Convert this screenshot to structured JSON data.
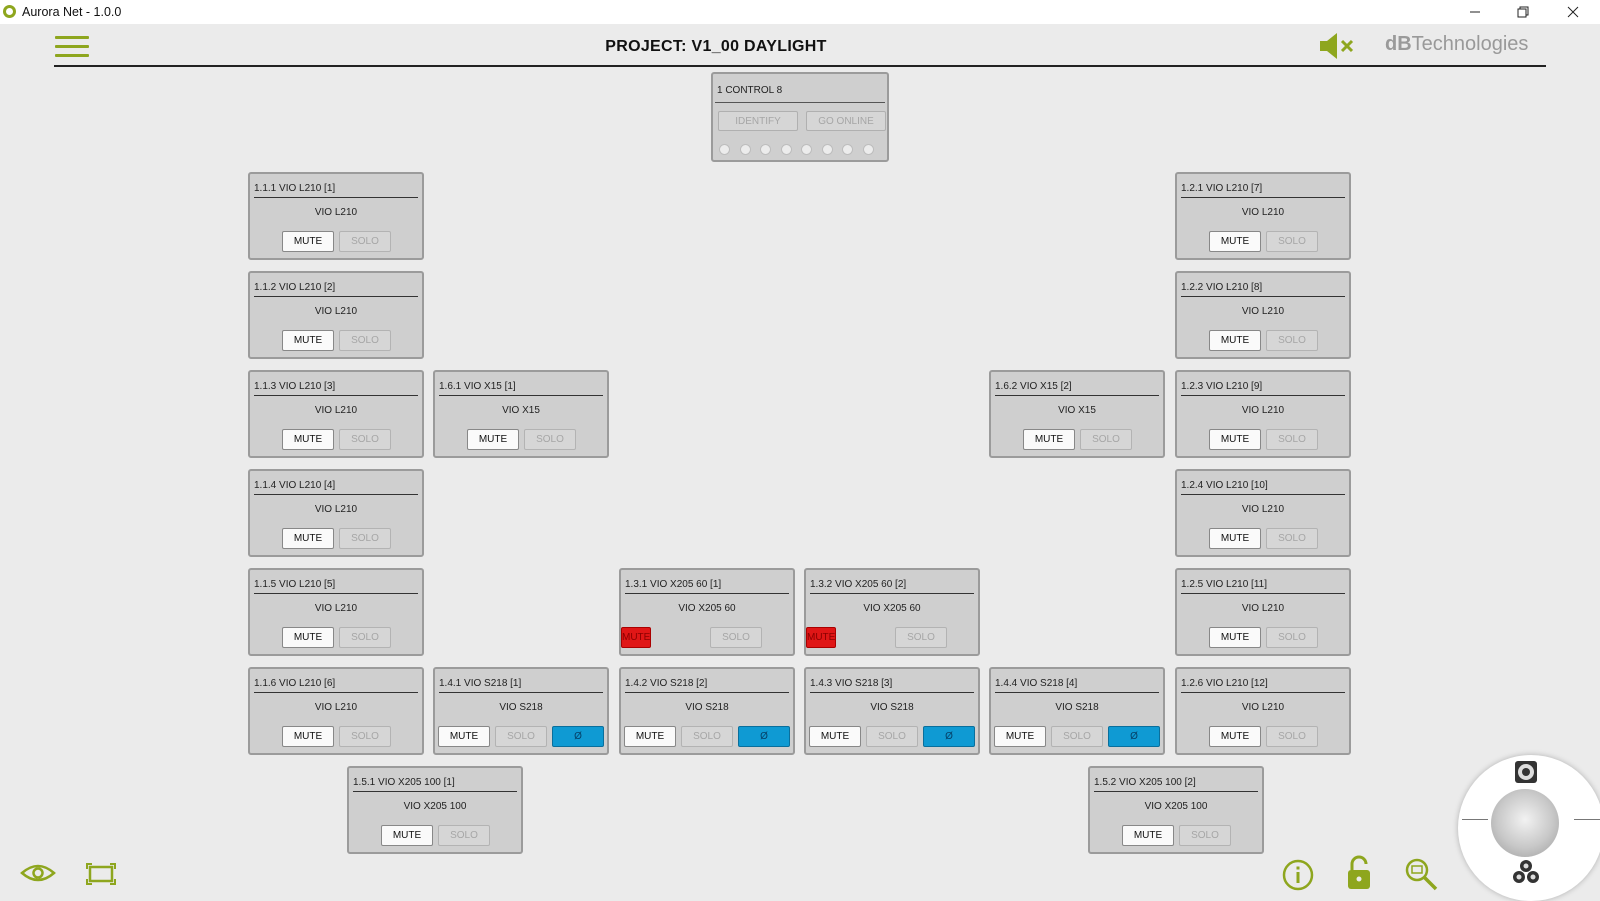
{
  "window": {
    "title": "Aurora Net - 1.0.0"
  },
  "header": {
    "project_title": "PROJECT: V1_00 DAYLIGHT",
    "brand_bold": "dB",
    "brand_rest": "Technologies"
  },
  "colors": {
    "accent": "#8ea61e",
    "mute_active": "#e01616",
    "phase_active": "#0f9ad3"
  },
  "control": {
    "title": "1 CONTROL 8",
    "identify_label": "IDENTIFY",
    "go_online_label": "GO ONLINE",
    "channel_dot_count": 8
  },
  "labels": {
    "mute": "MUTE",
    "solo": "SOLO",
    "phase": "Ø"
  },
  "devices": [
    {
      "id": "1.1.1",
      "title": "1.1.1  VIO L210  [1]",
      "model": "VIO L210",
      "mute_active": false,
      "phase": false
    },
    {
      "id": "1.1.2",
      "title": "1.1.2  VIO L210  [2]",
      "model": "VIO L210",
      "mute_active": false,
      "phase": false
    },
    {
      "id": "1.1.3",
      "title": "1.1.3  VIO L210  [3]",
      "model": "VIO L210",
      "mute_active": false,
      "phase": false
    },
    {
      "id": "1.1.4",
      "title": "1.1.4  VIO L210  [4]",
      "model": "VIO L210",
      "mute_active": false,
      "phase": false
    },
    {
      "id": "1.1.5",
      "title": "1.1.5  VIO L210  [5]",
      "model": "VIO L210",
      "mute_active": false,
      "phase": false
    },
    {
      "id": "1.1.6",
      "title": "1.1.6  VIO L210  [6]",
      "model": "VIO L210",
      "mute_active": false,
      "phase": false
    },
    {
      "id": "1.2.1",
      "title": "1.2.1  VIO L210  [7]",
      "model": "VIO L210",
      "mute_active": false,
      "phase": false
    },
    {
      "id": "1.2.2",
      "title": "1.2.2  VIO L210  [8]",
      "model": "VIO L210",
      "mute_active": false,
      "phase": false
    },
    {
      "id": "1.2.3",
      "title": "1.2.3  VIO L210  [9]",
      "model": "VIO L210",
      "mute_active": false,
      "phase": false
    },
    {
      "id": "1.2.4",
      "title": "1.2.4  VIO L210  [10]",
      "model": "VIO L210",
      "mute_active": false,
      "phase": false
    },
    {
      "id": "1.2.5",
      "title": "1.2.5  VIO L210  [11]",
      "model": "VIO L210",
      "mute_active": false,
      "phase": false
    },
    {
      "id": "1.2.6",
      "title": "1.2.6  VIO L210  [12]",
      "model": "VIO L210",
      "mute_active": false,
      "phase": false
    },
    {
      "id": "1.6.1",
      "title": "1.6.1  VIO X15  [1]",
      "model": "VIO X15",
      "mute_active": false,
      "phase": false
    },
    {
      "id": "1.6.2",
      "title": "1.6.2  VIO X15  [2]",
      "model": "VIO X15",
      "mute_active": false,
      "phase": false
    },
    {
      "id": "1.3.1",
      "title": "1.3.1  VIO X205 60  [1]",
      "model": "VIO X205 60",
      "mute_active": true,
      "phase": false
    },
    {
      "id": "1.3.2",
      "title": "1.3.2  VIO X205 60  [2]",
      "model": "VIO X205 60",
      "mute_active": true,
      "phase": false
    },
    {
      "id": "1.4.1",
      "title": "1.4.1  VIO S218  [1]",
      "model": "VIO S218",
      "mute_active": false,
      "phase": true
    },
    {
      "id": "1.4.2",
      "title": "1.4.2  VIO S218  [2]",
      "model": "VIO S218",
      "mute_active": false,
      "phase": true
    },
    {
      "id": "1.4.3",
      "title": "1.4.3  VIO S218  [3]",
      "model": "VIO S218",
      "mute_active": false,
      "phase": true
    },
    {
      "id": "1.4.4",
      "title": "1.4.4  VIO S218  [4]",
      "model": "VIO S218",
      "mute_active": false,
      "phase": true
    },
    {
      "id": "1.5.1",
      "title": "1.5.1  VIO X205 100  [1]",
      "model": "VIO X205 100",
      "mute_active": false,
      "phase": false
    },
    {
      "id": "1.5.2",
      "title": "1.5.2  VIO X205 100  [2]",
      "model": "VIO X205 100",
      "mute_active": false,
      "phase": false
    }
  ]
}
